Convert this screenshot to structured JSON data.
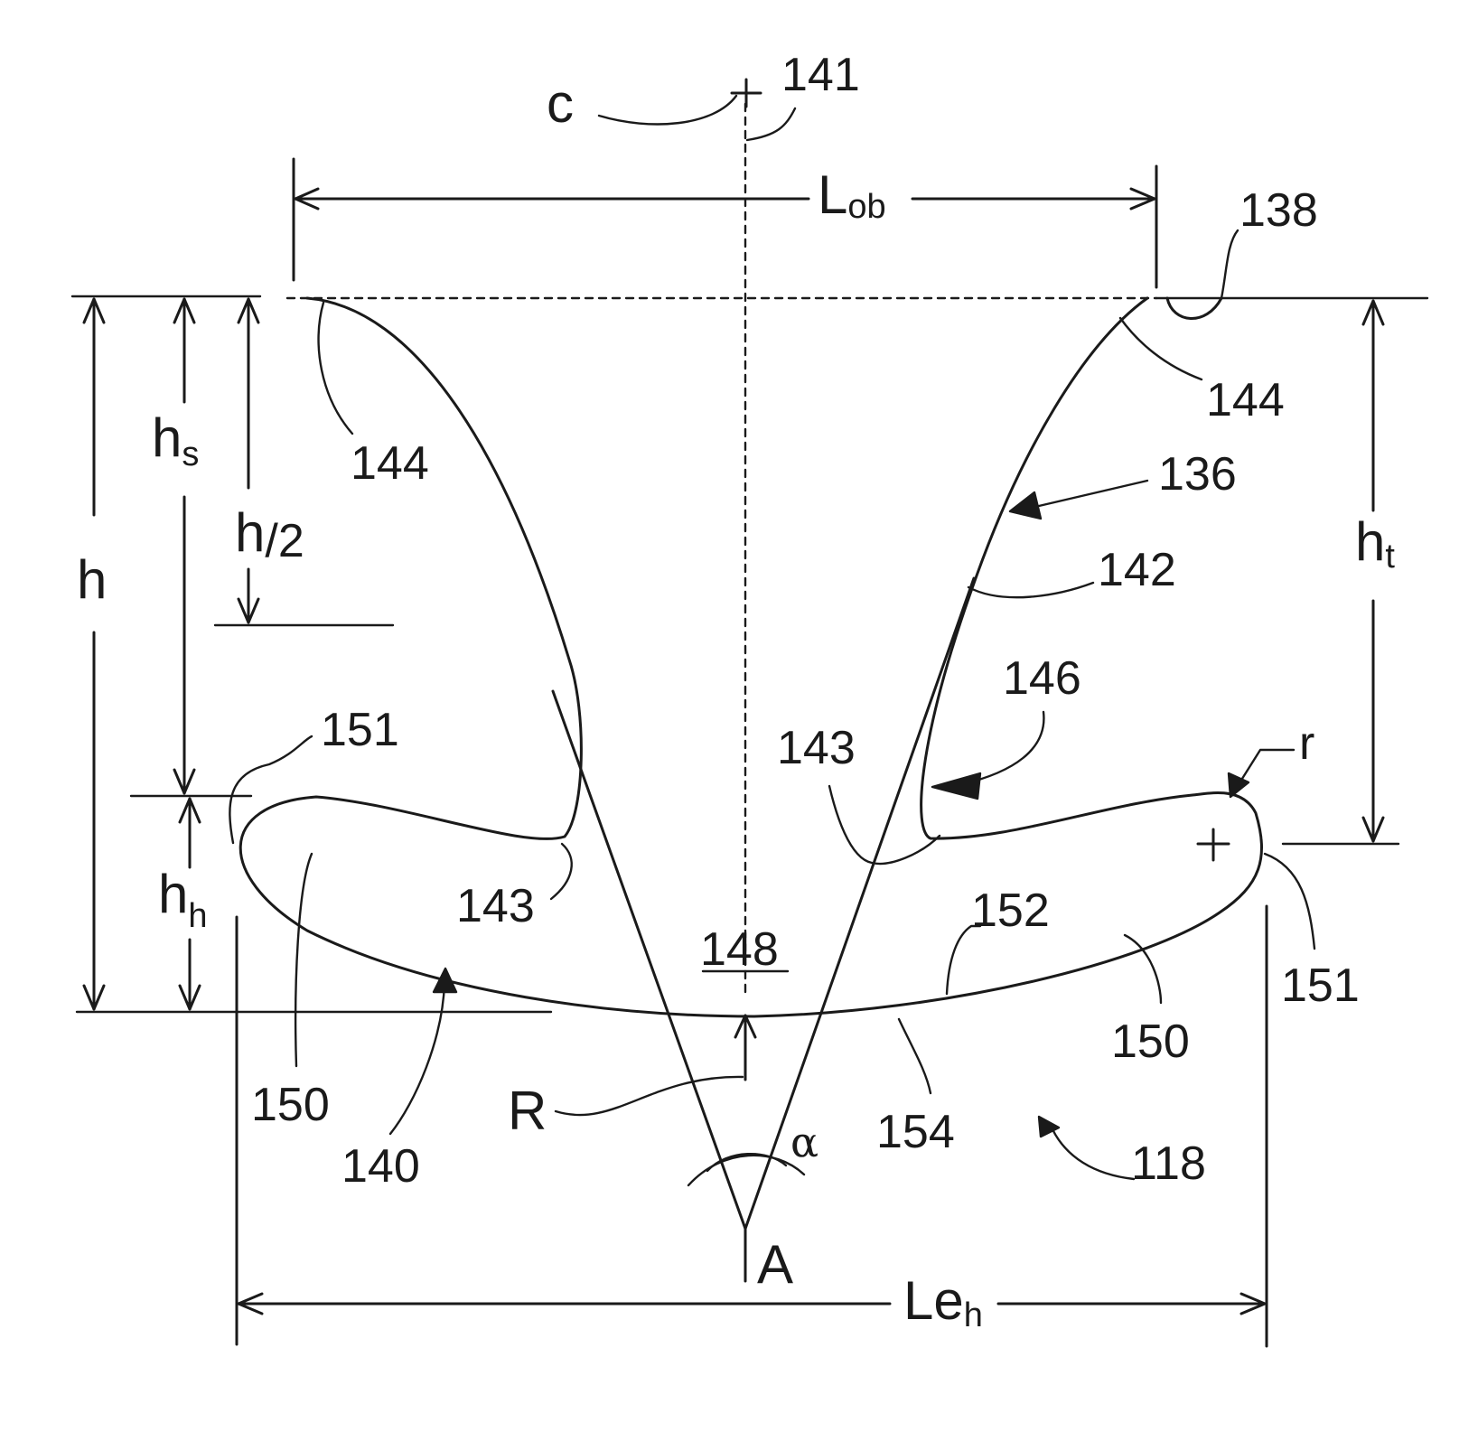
{
  "labels": {
    "center": "c",
    "center_ref": "141",
    "overlap_length_main": "L",
    "overlap_length_sub": "ob",
    "ref_138": "138",
    "ref_144_left": "144",
    "ref_144_right": "144",
    "ref_136": "136",
    "ref_142": "142",
    "height_total_symbol": "h",
    "height_tip_main": "h",
    "height_tip_sub": "t",
    "height_stem_main": "h",
    "height_stem_sub": "s",
    "half_height_main": "h",
    "half_height_sub": "/2",
    "height_hook_main": "h",
    "height_hook_sub": "h",
    "ref_146": "146",
    "ref_143_left": "143",
    "ref_143_right": "143",
    "radius_small": "r",
    "ref_151_left": "151",
    "ref_151_right": "151",
    "ref_152": "152",
    "ref_148": "148",
    "ref_150_left": "150",
    "ref_150_right": "150",
    "ref_140": "140",
    "radius_large": "R",
    "ref_154": "154",
    "angle": "α",
    "ref_118": "118",
    "apex": "A",
    "length_hook_main": "Le",
    "length_hook_sub": "h"
  },
  "colors": {
    "ink": "#1a1a1a",
    "background": "#ffffff"
  }
}
